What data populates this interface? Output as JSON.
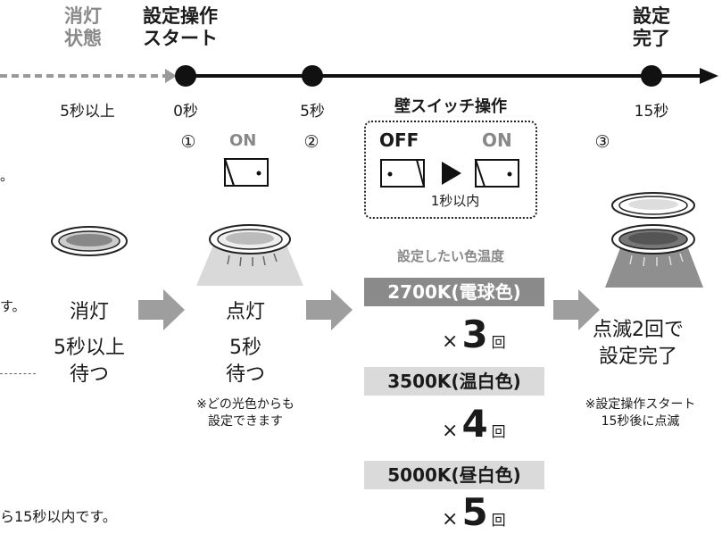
{
  "timeline": {
    "stages": [
      {
        "label": "消灯\n状態"
      },
      {
        "label": "設定操作\nスタート"
      },
      {
        "label": "設定\n完了"
      }
    ],
    "times": [
      "5秒以上",
      "0秒",
      "5秒",
      "15秒"
    ],
    "wall_switch_title": "壁スイッチ操作"
  },
  "steps": {
    "numbers": [
      "①",
      "②",
      "③"
    ],
    "on_label": "ON",
    "switch_sequence": {
      "off": "OFF",
      "on": "ON",
      "within": "1秒以内"
    }
  },
  "states": {
    "off": {
      "title": "消灯",
      "sub": "5秒以上\n待つ"
    },
    "on": {
      "title": "点灯",
      "sub": "5秒\n待つ",
      "note": "※どの光色からも\n設定できます"
    },
    "done": {
      "title": "点滅2回で\n設定完了",
      "note": "※設定操作スタート\n15秒後に点滅"
    }
  },
  "color_temps": {
    "title": "設定したい色温度",
    "items": [
      {
        "label": "2700K(電球色)",
        "times_prefix": "×",
        "count": "3",
        "unit": "回"
      },
      {
        "label": "3500K(温白色)",
        "times_prefix": "×",
        "count": "4",
        "unit": "回"
      },
      {
        "label": "5000K(昼白色)",
        "times_prefix": "×",
        "count": "5",
        "unit": "回"
      }
    ]
  },
  "cutoff_text": {
    "top_dot": "。",
    "mid_su": "す。",
    "bottom_line": "ら15秒以内です。"
  }
}
